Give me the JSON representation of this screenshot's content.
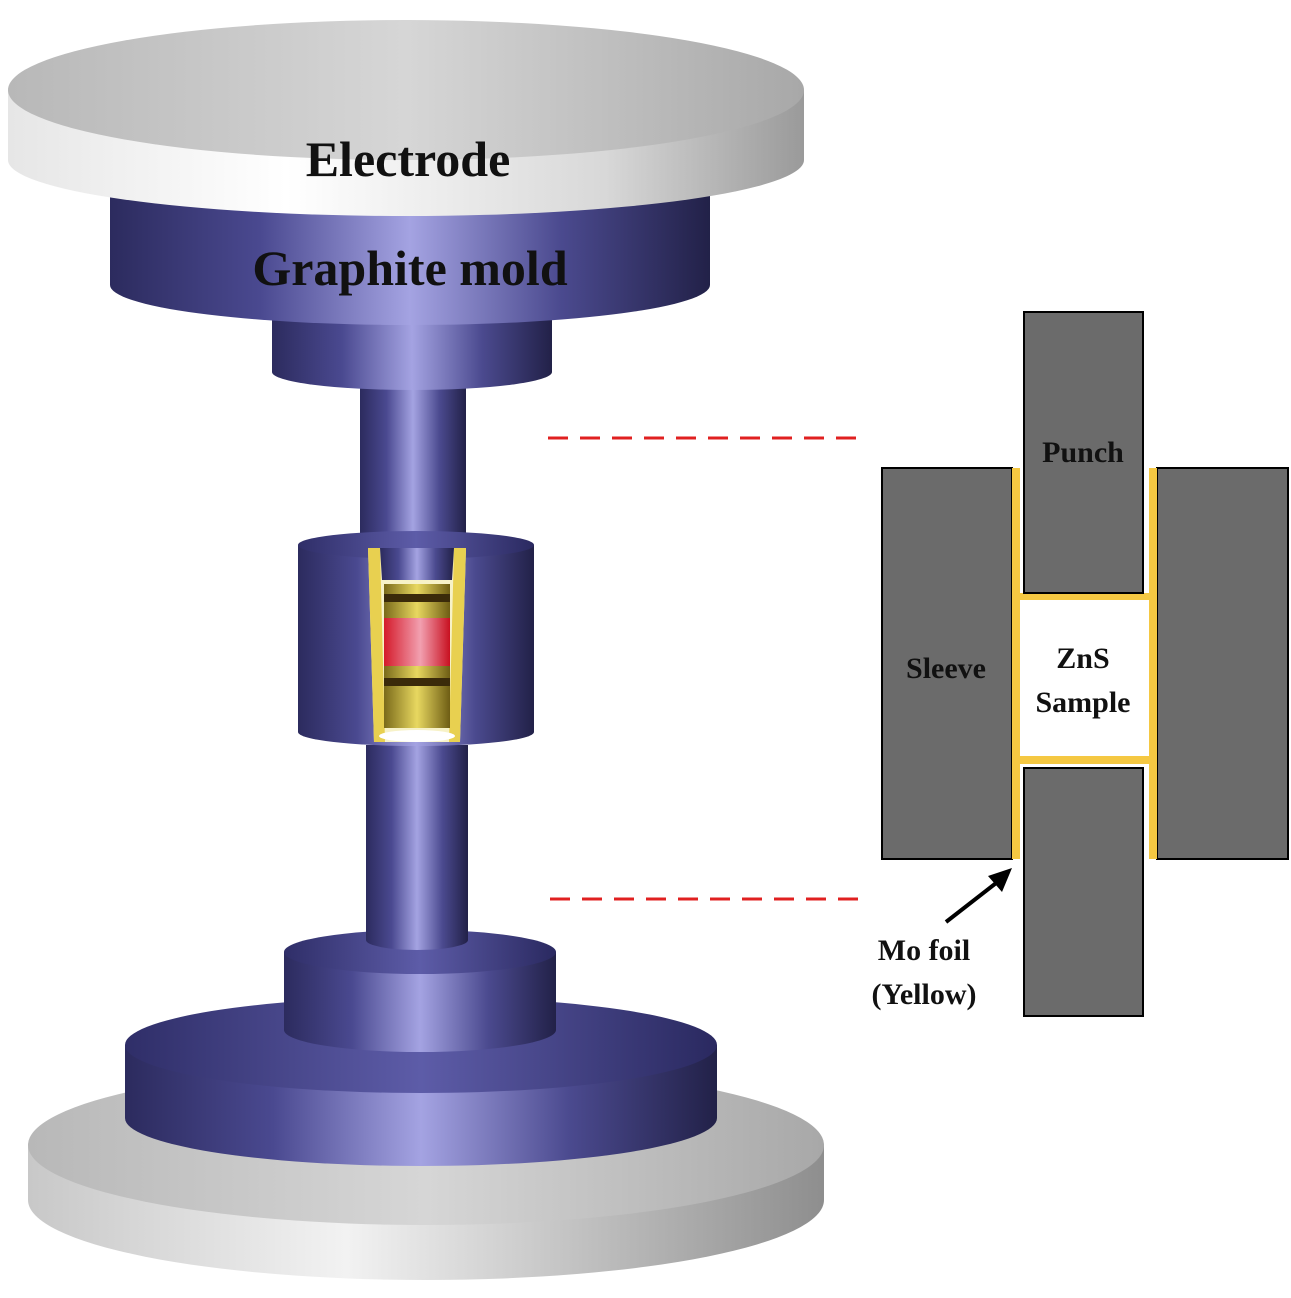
{
  "labels": {
    "electrode": "Electrode",
    "graphite_mold": "Graphite mold",
    "punch": "Punch",
    "sleeve": "Sleeve",
    "sample_line1": "ZnS",
    "sample_line2": "Sample",
    "foil_line1": "Mo foil",
    "foil_line2": "(Yellow)"
  },
  "colors": {
    "electrode": "#d9d9d9",
    "graphite": "#3b3a78",
    "graphite_highlight": "#a9a8e6",
    "section_gray": "#6b6b6b",
    "mo_foil": "#f5c842",
    "guide_line": "#e02020",
    "sample": "#ffffff"
  }
}
